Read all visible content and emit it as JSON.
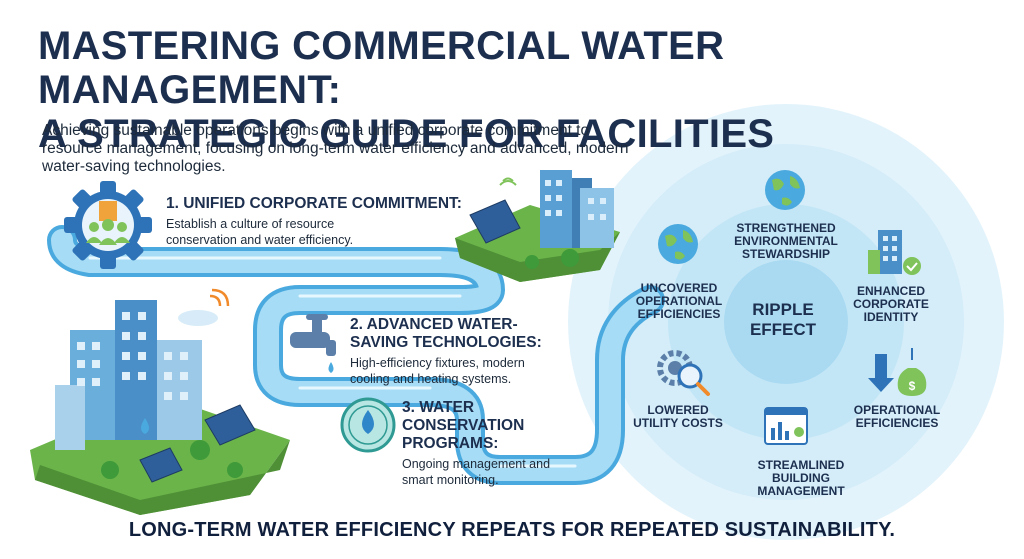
{
  "title_line1": "MASTERING COMMERCIAL WATER MANAGEMENT:",
  "title_line2": "A STRATEGIC GUIDE FOR FACILITIES",
  "intro": "Achieving sustainable operations begins with a unified corporate commitment to resource management, focusing on long-term water efficiency and advanced, modern water-saving technologies.",
  "steps": [
    {
      "heading": "1. UNIFIED CORPORATE COMMITMENT:",
      "body": "Establish a culture of resource conservation and water efficiency."
    },
    {
      "heading": "2. ADVANCED WATER-SAVING TECHNOLOGIES:",
      "body": "High-efficiency fixtures, modern cooling and heating systems."
    },
    {
      "heading": "3. WATER CONSERVATION PROGRAMS:",
      "body": "Ongoing management and smart monitoring."
    }
  ],
  "center": "RIPPLE EFFECT",
  "ripple": [
    {
      "label": "STRENGTHENED ENVIRONMENTAL STEWARDSHIP",
      "icon": "globe-icon"
    },
    {
      "label": "ENHANCED CORPORATE IDENTITY",
      "icon": "building-check-icon"
    },
    {
      "label": "OPERATIONAL EFFICIENCIES",
      "icon": "money-bag-icon"
    },
    {
      "label": "STREAMLINED BUILDING MANAGEMENT",
      "icon": "dashboard-icon"
    },
    {
      "label": "LOWERED UTILITY COSTS",
      "icon": "gear-magnifier-icon"
    },
    {
      "label": "UNCOVERED OPERATIONAL EFFICIENCIES",
      "icon": "globe-icon"
    }
  ],
  "footer": "LONG-TERM WATER EFFICIENCY REPEATS FOR REPEATED SUSTAINABILITY.",
  "colors": {
    "river": "#8fd0f0",
    "river_edge": "#4aa9de",
    "ripple_outer": "#e3f3fb",
    "ripple_mid": "#cbe9f7",
    "ripple_inner": "#b3dff4",
    "grass": "#7fc35a",
    "title": "#1d2f4f"
  }
}
